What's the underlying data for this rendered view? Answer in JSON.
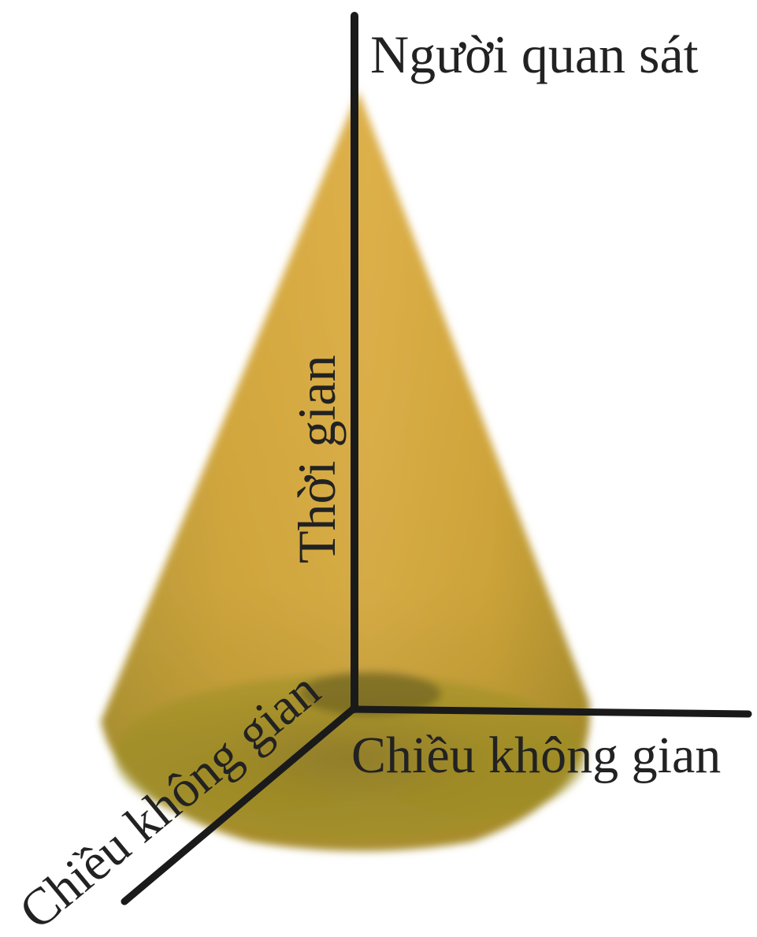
{
  "labels": {
    "observer": "Người quan sát",
    "time": "Thời gian",
    "space_right": "Chiều không gian",
    "space_diagonal": "Chiều không gian"
  },
  "colors": {
    "cone_light": "#dcae42",
    "cone_mid": "#c69a2e",
    "cone_dark": "#8f7a22",
    "cone_base": "#8d8420",
    "axis": "#1a1a1a",
    "text": "#222222"
  }
}
